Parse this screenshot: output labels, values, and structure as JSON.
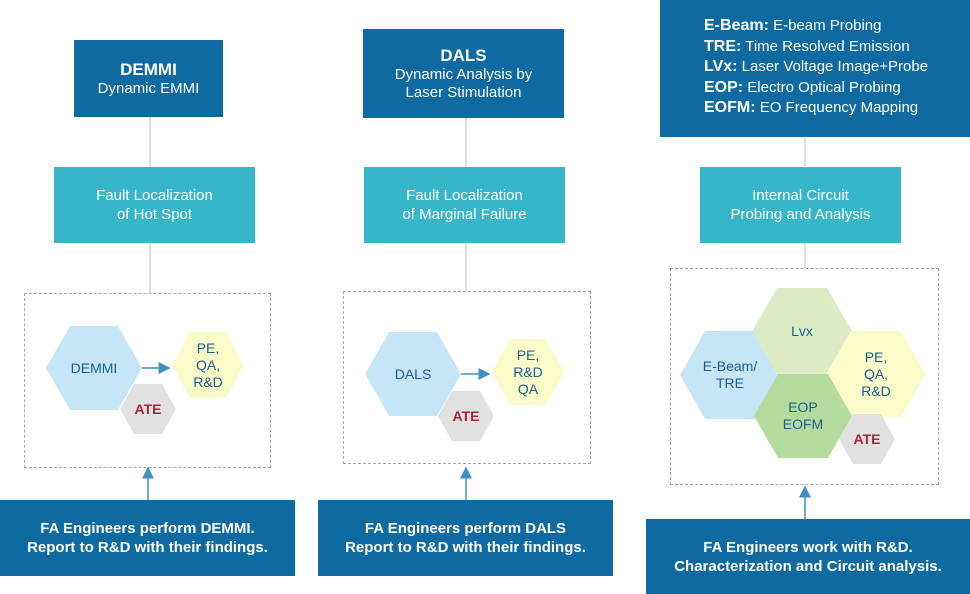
{
  "columns": [
    {
      "header_title": "DEMMI",
      "header_subtitle": "Dynamic EMMI",
      "purpose_line1": "Fault Localization",
      "purpose_line2": "of Hot Spot",
      "hexes": {
        "main": "DEMMI",
        "ate": "ATE",
        "pe_line1": "PE,",
        "pe_line2": "QA,",
        "pe_line3": "R&D"
      },
      "footer_line1": "FA Engineers perform DEMMI.",
      "footer_line2": "Report to R&D with their findings."
    },
    {
      "header_title": "DALS",
      "header_subtitle_line1": "Dynamic Analysis by",
      "header_subtitle_line2": "Laser Stimulation",
      "purpose_line1": "Fault Localization",
      "purpose_line2": "of Marginal Failure",
      "hexes": {
        "main": "DALS",
        "ate": "ATE",
        "pe_line1": "PE,",
        "pe_line2": "R&D",
        "pe_line3": "QA"
      },
      "footer_line1": "FA Engineers perform DALS",
      "footer_line2": "Report to R&D with their findings."
    },
    {
      "legend": [
        {
          "abbr": "E-Beam:",
          "text": "E-beam Probing"
        },
        {
          "abbr": "TRE:",
          "text": "Time Resolved Emission"
        },
        {
          "abbr": "LVx:",
          "text": "Laser Voltage Image+Probe"
        },
        {
          "abbr": "EOP:",
          "text": "Electro Optical Probing"
        },
        {
          "abbr": "EOFM:",
          "text": "EO Frequency Mapping"
        }
      ],
      "purpose_line1": "Internal Circuit",
      "purpose_line2": "Probing and Analysis",
      "hexes": {
        "ebeam_line1": "E-Beam/",
        "ebeam_line2": "TRE",
        "lvx": "Lvx",
        "eop_line1": "EOP",
        "eop_line2": "EOFM",
        "pe_line1": "PE,",
        "pe_line2": "QA,",
        "pe_line3": "R&D",
        "ate": "ATE"
      },
      "footer_line1": "FA Engineers work with R&D.",
      "footer_line2": "Characterization and Circuit analysis."
    }
  ],
  "colors": {
    "dark_blue": "#0f6aa2",
    "teal": "#37b6c9",
    "hex_light_blue": "#c6e6f8",
    "hex_yellow": "#fbfbc9",
    "hex_light_green": "#dcebc5",
    "hex_green": "#b4db9d",
    "hex_gray": "#e1e1e1",
    "ate_red": "#b0223a"
  }
}
